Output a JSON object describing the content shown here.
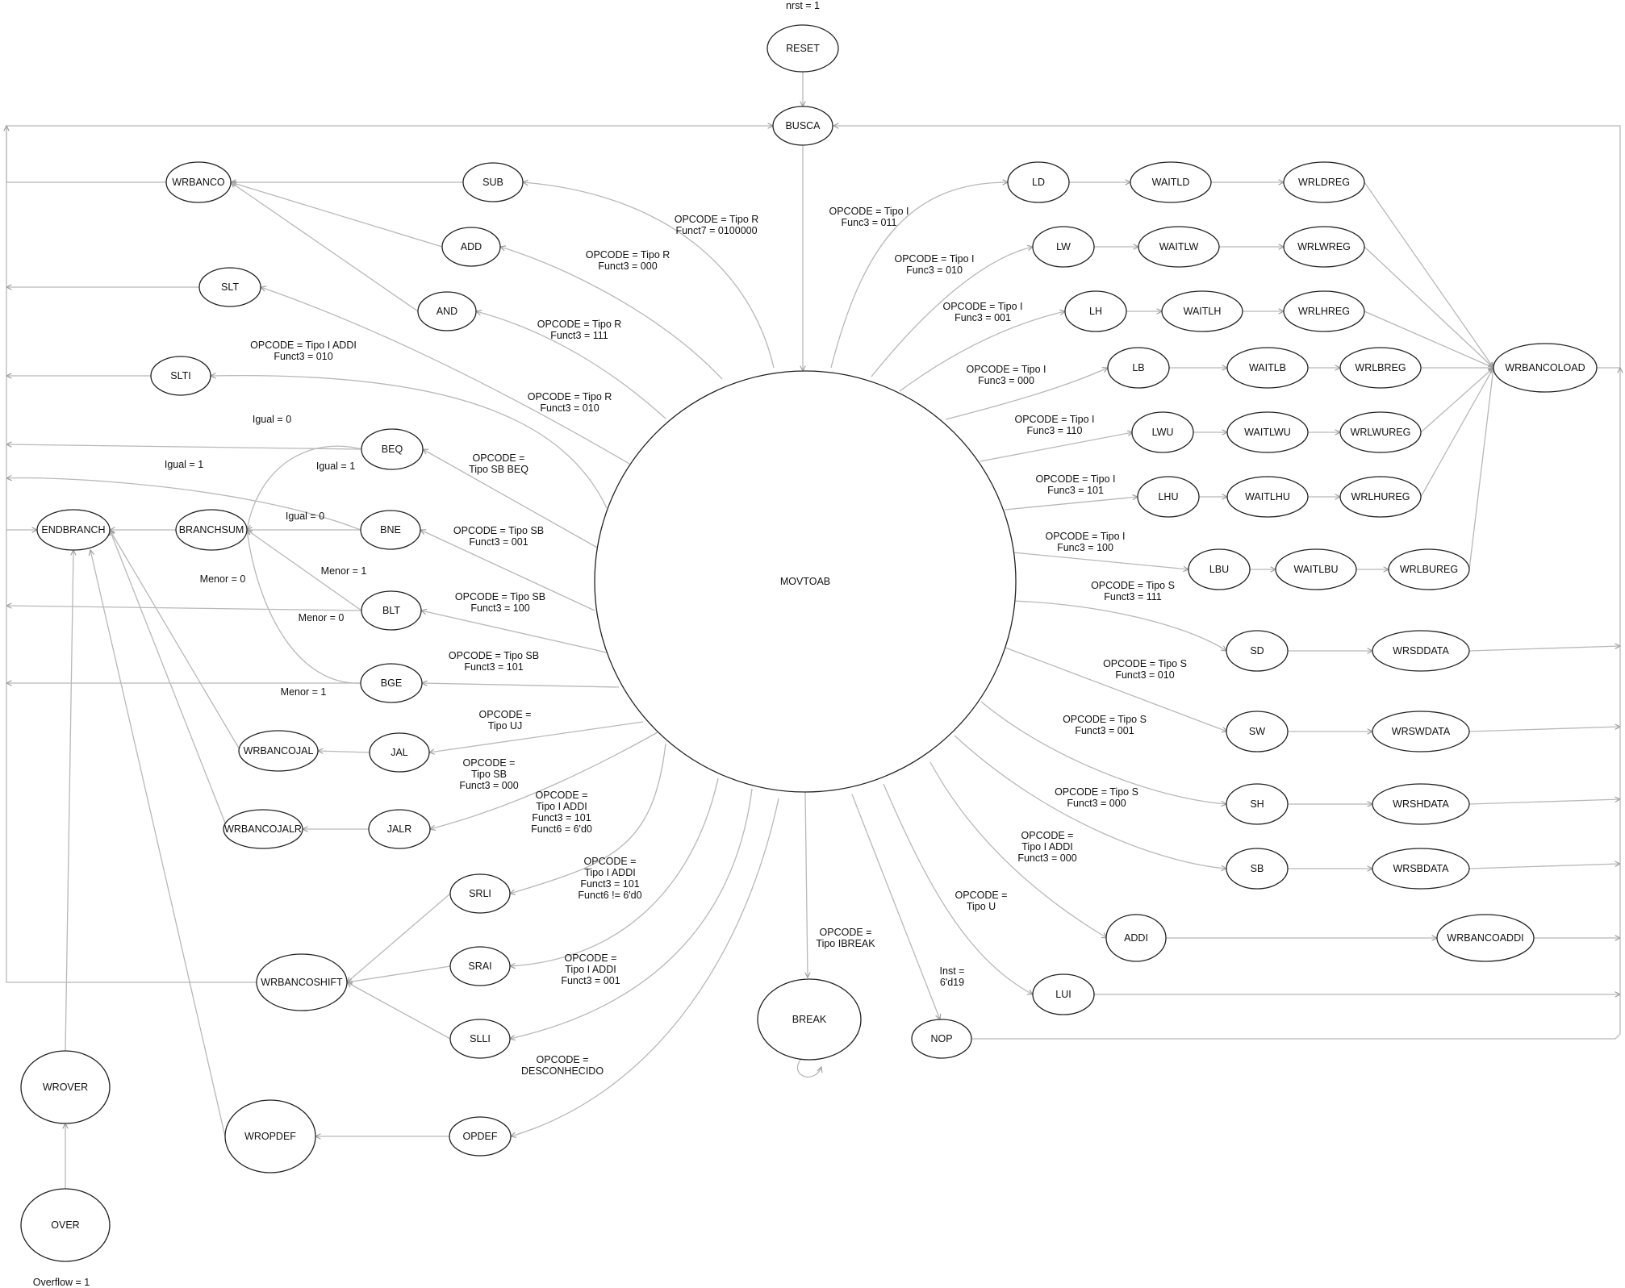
{
  "nodes": [
    {
      "id": "RESET",
      "label": "RESET"
    },
    {
      "id": "BUSCA",
      "label": "BUSCA"
    },
    {
      "id": "MOVTOAB",
      "label": "MOVTOAB"
    },
    {
      "id": "WRBANCO",
      "label": "WRBANCO"
    },
    {
      "id": "SUB",
      "label": "SUB"
    },
    {
      "id": "ADD",
      "label": "ADD"
    },
    {
      "id": "AND",
      "label": "AND"
    },
    {
      "id": "SLT",
      "label": "SLT"
    },
    {
      "id": "SLTI",
      "label": "SLTI"
    },
    {
      "id": "BEQ",
      "label": "BEQ"
    },
    {
      "id": "BNE",
      "label": "BNE"
    },
    {
      "id": "BLT",
      "label": "BLT"
    },
    {
      "id": "BGE",
      "label": "BGE"
    },
    {
      "id": "BRANCHSUM",
      "label": "BRANCHSUM"
    },
    {
      "id": "ENDBRANCH",
      "label": "ENDBRANCH"
    },
    {
      "id": "JAL",
      "label": "JAL"
    },
    {
      "id": "JALR",
      "label": "JALR"
    },
    {
      "id": "WRBANCOJAL",
      "label": "WRBANCOJAL"
    },
    {
      "id": "WRBANCOJALR",
      "label": "WRBANCOJALR"
    },
    {
      "id": "SRLI",
      "label": "SRLI"
    },
    {
      "id": "SRAI",
      "label": "SRAI"
    },
    {
      "id": "SLLI",
      "label": "SLLI"
    },
    {
      "id": "WRBANCOSHIFT",
      "label": "WRBANCOSHIFT"
    },
    {
      "id": "OPDEF",
      "label": "OPDEF"
    },
    {
      "id": "WROPDEF",
      "label": "WROPDEF"
    },
    {
      "id": "WROVER",
      "label": "WROVER"
    },
    {
      "id": "OVER",
      "label": "OVER"
    },
    {
      "id": "BREAK",
      "label": "BREAK"
    },
    {
      "id": "NOP",
      "label": "NOP"
    },
    {
      "id": "LUI",
      "label": "LUI"
    },
    {
      "id": "ADDI",
      "label": "ADDI"
    },
    {
      "id": "WRBANCOADDI",
      "label": "WRBANCOADDI"
    },
    {
      "id": "LD",
      "label": "LD"
    },
    {
      "id": "WAITLD",
      "label": "WAITLD"
    },
    {
      "id": "WRLDREG",
      "label": "WRLDREG"
    },
    {
      "id": "LW",
      "label": "LW"
    },
    {
      "id": "WAITLW",
      "label": "WAITLW"
    },
    {
      "id": "WRLWREG",
      "label": "WRLWREG"
    },
    {
      "id": "LH",
      "label": "LH"
    },
    {
      "id": "WAITLH",
      "label": "WAITLH"
    },
    {
      "id": "WRLHREG",
      "label": "WRLHREG"
    },
    {
      "id": "LB",
      "label": "LB"
    },
    {
      "id": "WAITLB",
      "label": "WAITLB"
    },
    {
      "id": "WRLBREG",
      "label": "WRLBREG"
    },
    {
      "id": "LWU",
      "label": "LWU"
    },
    {
      "id": "WAITLWU",
      "label": "WAITLWU"
    },
    {
      "id": "WRLWUREG",
      "label": "WRLWUREG"
    },
    {
      "id": "LHU",
      "label": "LHU"
    },
    {
      "id": "WAITLHU",
      "label": "WAITLHU"
    },
    {
      "id": "WRLHUREG",
      "label": "WRLHUREG"
    },
    {
      "id": "LBU",
      "label": "LBU"
    },
    {
      "id": "WAITLBU",
      "label": "WAITLBU"
    },
    {
      "id": "WRLBUREG",
      "label": "WRLBUREG"
    },
    {
      "id": "WRBANCOLOAD",
      "label": "WRBANCOLOAD"
    },
    {
      "id": "SD",
      "label": "SD"
    },
    {
      "id": "WRSDDATA",
      "label": "WRSDDATA"
    },
    {
      "id": "SW",
      "label": "SW"
    },
    {
      "id": "WRSWDATA",
      "label": "WRSWDATA"
    },
    {
      "id": "SH",
      "label": "SH"
    },
    {
      "id": "WRSHDATA",
      "label": "WRSHDATA"
    },
    {
      "id": "SB",
      "label": "SB"
    },
    {
      "id": "WRSBDATA",
      "label": "WRSBDATA"
    }
  ],
  "labels": [
    {
      "id": "nrst",
      "text": "nrst = 1"
    },
    {
      "id": "sub",
      "text": "OPCODE = Tipo R\nFunct7 = 0100000"
    },
    {
      "id": "add",
      "text": "OPCODE = Tipo R\nFunct3 = 000"
    },
    {
      "id": "and",
      "text": "OPCODE = Tipo R\nFunct3 = 111"
    },
    {
      "id": "slt",
      "text": "OPCODE = Tipo R\nFunct3 = 010"
    },
    {
      "id": "slti",
      "text": "OPCODE = Tipo I ADDI\nFunct3 = 010"
    },
    {
      "id": "beq_ig0",
      "text": "Igual = 0"
    },
    {
      "id": "bne_ig1",
      "text": "Igual = 1"
    },
    {
      "id": "beq_ig1",
      "text": "Igual = 1"
    },
    {
      "id": "bne_ig0",
      "text": "Igual = 0"
    },
    {
      "id": "blt_m0",
      "text": "Menor = 0"
    },
    {
      "id": "blt_m1",
      "text": "Menor = 1"
    },
    {
      "id": "bge_m0",
      "text": "Menor = 0"
    },
    {
      "id": "bge_m1",
      "text": "Menor = 1"
    },
    {
      "id": "beq",
      "text": "OPCODE =\nTipo SB BEQ"
    },
    {
      "id": "bne",
      "text": "OPCODE = Tipo SB\nFunct3 = 001"
    },
    {
      "id": "blt",
      "text": "OPCODE = Tipo SB\nFunct3 = 100"
    },
    {
      "id": "bge",
      "text": "OPCODE = Tipo SB\nFunct3 = 101"
    },
    {
      "id": "jal",
      "text": "OPCODE =\nTipo UJ"
    },
    {
      "id": "jalr",
      "text": "OPCODE =\nTipo SB\nFunct3 = 000"
    },
    {
      "id": "srli",
      "text": "OPCODE =\nTipo I ADDI\nFunct3 = 101\nFunct6 = 6'd0"
    },
    {
      "id": "srai",
      "text": "OPCODE =\nTipo I ADDI\nFunct3 = 101\nFunct6 != 6'd0"
    },
    {
      "id": "slli",
      "text": "OPCODE =\nTipo I ADDI\nFunct3 = 001"
    },
    {
      "id": "opdef",
      "text": "OPCODE =\nDESCONHECIDO"
    },
    {
      "id": "break",
      "text": "OPCODE =\nTipo IBREAK"
    },
    {
      "id": "nop",
      "text": "Inst =\n6'd19"
    },
    {
      "id": "lui",
      "text": "OPCODE =\nTipo U"
    },
    {
      "id": "addi",
      "text": "OPCODE =\nTipo I ADDI\nFunct3 = 000"
    },
    {
      "id": "ld",
      "text": "OPCODE = Tipo I\nFunc3 = 011"
    },
    {
      "id": "lw",
      "text": "OPCODE = Tipo I\nFunc3 = 010"
    },
    {
      "id": "lh",
      "text": "OPCODE = Tipo I\nFunc3 = 001"
    },
    {
      "id": "lb",
      "text": "OPCODE = Tipo I\nFunc3 = 000"
    },
    {
      "id": "lwu",
      "text": "OPCODE = Tipo I\nFunc3 = 110"
    },
    {
      "id": "lhu",
      "text": "OPCODE = Tipo I\nFunc3 = 101"
    },
    {
      "id": "lbu",
      "text": "OPCODE = Tipo I\nFunc3 = 100"
    },
    {
      "id": "sd",
      "text": "OPCODE = Tipo S\nFunct3 = 111"
    },
    {
      "id": "sw",
      "text": "OPCODE = Tipo S\nFunct3 = 010"
    },
    {
      "id": "sh",
      "text": "OPCODE = Tipo S\nFunct3 = 001"
    },
    {
      "id": "sb",
      "text": "OPCODE = Tipo S\nFunct3 = 000"
    },
    {
      "id": "overflow",
      "text": "Overflow = 1"
    }
  ]
}
